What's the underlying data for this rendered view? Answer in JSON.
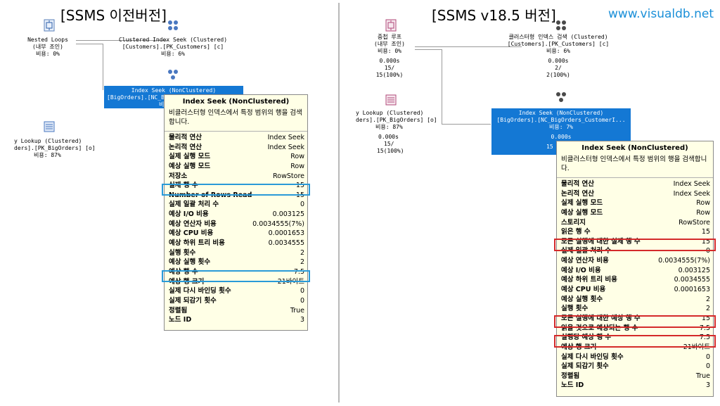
{
  "left": {
    "title": "[SSMS 이전버전]",
    "nested_loops": {
      "name": "Nested Loops",
      "type": "(내부 조인)",
      "cost": "비용: 0%"
    },
    "ci_seek": {
      "name": "Clustered Index Seek (Clustered)",
      "object": "[Customers].[PK_Customers] [c]",
      "cost": "비용: 6%"
    },
    "index_seek": {
      "name": "Index Seek (NonClustered)",
      "object": "[BigOrders].[NC_BigOrders_C",
      "cost": "비"
    },
    "key_lookup": {
      "name": "y Lookup (Clustered)",
      "object": "ders].[PK_BigOrders] [o]",
      "cost": "비용: 87%"
    },
    "tooltip": {
      "title": "Index Seek (NonClustered)",
      "desc": "비클러스터형 인덱스에서 특정 범위의 행을 검색합니다.",
      "rows": [
        {
          "k": "물리적 연산",
          "v": "Index Seek"
        },
        {
          "k": "논리적 연산",
          "v": "Index Seek"
        },
        {
          "k": "실제 실행 모드",
          "v": "Row"
        },
        {
          "k": "예상 실행 모드",
          "v": "Row"
        },
        {
          "k": "저장소",
          "v": "RowStore"
        },
        {
          "k": "실제 행 수",
          "v": "15"
        },
        {
          "k": "Number of Rows Read",
          "v": "15"
        },
        {
          "k": "실제 일괄 처리 수",
          "v": "0"
        },
        {
          "k": "예상 I/O 비용",
          "v": "0.003125"
        },
        {
          "k": "예상 연산자 비용",
          "v": "0.0034555(7%)"
        },
        {
          "k": "예상 CPU 비용",
          "v": "0.0001653"
        },
        {
          "k": "예상 하위 트리 비용",
          "v": "0.0034555"
        },
        {
          "k": "실행 횟수",
          "v": "2"
        },
        {
          "k": "예상 실행 횟수",
          "v": "2"
        },
        {
          "k": "예상 행 수",
          "v": "7.5"
        },
        {
          "k": "예상 행 크기",
          "v": "21바이트"
        },
        {
          "k": "실제 다시 바인딩 횟수",
          "v": "0"
        },
        {
          "k": "실제 되감기 횟수",
          "v": "0"
        },
        {
          "k": "정렬됨",
          "v": "True"
        },
        {
          "k": "노드 ID",
          "v": "3"
        }
      ]
    }
  },
  "right": {
    "title": "[SSMS v18.5 버전]",
    "site": "www.visualdb.net",
    "nested_loops": {
      "name": "중첩 루프",
      "type": "(내부 조인)",
      "cost": "비용: 0%",
      "time": "0.000s",
      "rows": "15/",
      "pct": "15(100%)"
    },
    "ci_seek": {
      "name": "클러스터형 인덱스 검색 (Clustered)",
      "object": "[Customers].[PK_Customers] [c]",
      "cost": "비용: 6%",
      "time": "0.000s",
      "rows": "2/",
      "pct": "2(100%)"
    },
    "key_lookup": {
      "name": "y Lookup (Clustered)",
      "object": "ders].[PK_BigOrders] [o]",
      "cost": "비용: 87%",
      "time": "0.000s",
      "rows": "15/",
      "pct": "15(100%)"
    },
    "index_seek": {
      "name": "Index Seek (NonClustered)",
      "object": "[BigOrders].[NC_BigOrders_CustomerI...",
      "cost": "비용: 7%",
      "time": "0.000s",
      "rows": "15"
    },
    "tooltip": {
      "title": "Index Seek (NonClustered)",
      "desc": "비클러스터형 인덱스에서 특정 범위의 행을 검색합니다.",
      "rows": [
        {
          "k": "물리적 연산",
          "v": "Index Seek"
        },
        {
          "k": "논리적 연산",
          "v": "Index Seek"
        },
        {
          "k": "실제 실행 모드",
          "v": "Row"
        },
        {
          "k": "예상 실행 모드",
          "v": "Row"
        },
        {
          "k": "스토리지",
          "v": "RowStore"
        },
        {
          "k": "읽은 행 수",
          "v": "15"
        },
        {
          "k": "모든 실행에 대한 실제 행 수",
          "v": "15"
        },
        {
          "k": "실제 일괄 처리 수",
          "v": "0"
        },
        {
          "k": "예상 연산자 비용",
          "v": "0.0034555(7%)"
        },
        {
          "k": "예상 I/O 비용",
          "v": "0.003125"
        },
        {
          "k": "예상 하위 트리 비용",
          "v": "0.0034555"
        },
        {
          "k": "예상 CPU 비용",
          "v": "0.0001653"
        },
        {
          "k": "예상 실행 횟수",
          "v": "2"
        },
        {
          "k": "실행 횟수",
          "v": "2"
        },
        {
          "k": "모든 실행에 대한 예상 행 수",
          "v": "15"
        },
        {
          "k": "읽을 것으로 예상되는 행 수",
          "v": "7.5"
        },
        {
          "k": "실행당 예상 행 수",
          "v": "7.5"
        },
        {
          "k": "예상 행 크기",
          "v": "21바이트"
        },
        {
          "k": "실제 다시 바인딩 횟수",
          "v": "0"
        },
        {
          "k": "실제 되감기 횟수",
          "v": "0"
        },
        {
          "k": "정렬됨",
          "v": "True"
        },
        {
          "k": "노드 ID",
          "v": "3"
        }
      ]
    }
  }
}
